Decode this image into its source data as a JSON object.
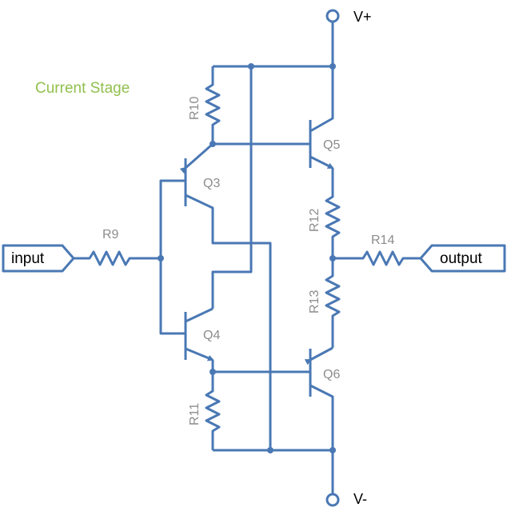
{
  "title": "Current Stage",
  "rails": {
    "positive": "V+",
    "negative": "V-"
  },
  "io": {
    "input": "input",
    "output": "output"
  },
  "resistors": {
    "r9": "R9",
    "r10": "R10",
    "r11": "R11",
    "r12": "R12",
    "r13": "R13",
    "r14": "R14"
  },
  "transistors": {
    "q3": "Q3",
    "q4": "Q4",
    "q5": "Q5",
    "q6": "Q6"
  },
  "colors": {
    "wire": "#4a78b4",
    "title": "#92c04f",
    "label": "#8c8c8c"
  }
}
